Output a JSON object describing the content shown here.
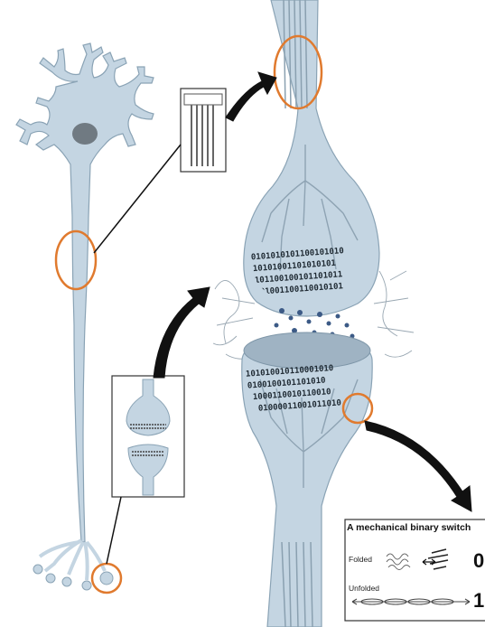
{
  "switch_panel": {
    "title": "A mechanical binary switch",
    "folded_label": "Folded",
    "unfolded_label": "Unfolded",
    "folded_value": "0",
    "unfolded_value": "1"
  },
  "synapse_code": {
    "upper_rows": [
      "0101010101100101010",
      "10101001101010101",
      "101100100101101011",
      "01001100110010101"
    ],
    "lower_rows": [
      "101010010110001010",
      "0100100101101010",
      "1000110010110010",
      "01000011001011010"
    ]
  },
  "colors": {
    "neuron_fill": "#c4d5e2",
    "neuron_stroke": "#8aa3b5",
    "highlight": "#e07a2e",
    "arrow": "#111111",
    "filament": "#9aa8b3"
  }
}
